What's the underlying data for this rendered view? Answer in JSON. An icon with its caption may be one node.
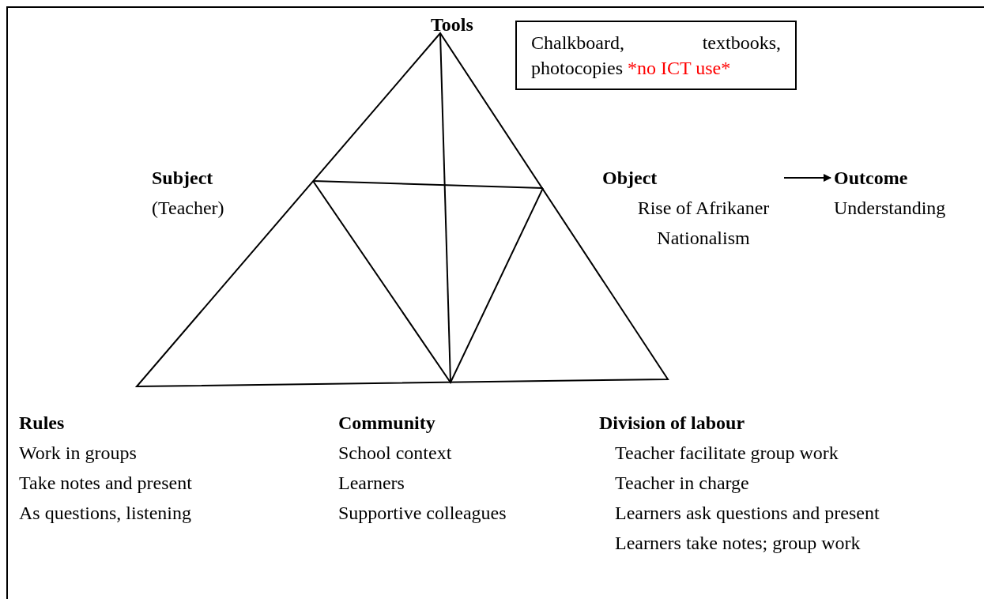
{
  "diagram": {
    "nodes": [
      {
        "text": [
          "Tools"
        ]
      },
      {
        "text": [
          "Chalkboard, textbooks, photocopies",
          "*no ICT use*"
        ]
      },
      {
        "text": [
          "Subject",
          "(Teacher)"
        ]
      },
      {
        "text": [
          "Object",
          "Rise of Afrikaner Nationalism"
        ]
      },
      {
        "text": [
          "Outcome",
          "Understanding"
        ]
      },
      {
        "text": [
          "Rules",
          "Work in groups",
          "Take notes and present",
          "As questions, listening"
        ]
      },
      {
        "text": [
          "Community",
          "School context",
          "Learners",
          "Supportive colleagues"
        ]
      },
      {
        "text": [
          "Division of labour",
          "Teacher facilitate group work",
          "Teacher in charge",
          "Learners ask questions and present",
          "Learners take notes; group work"
        ]
      }
    ],
    "edges": [
      {
        "from": 3,
        "to": 4,
        "arrow": "to"
      }
    ]
  }
}
